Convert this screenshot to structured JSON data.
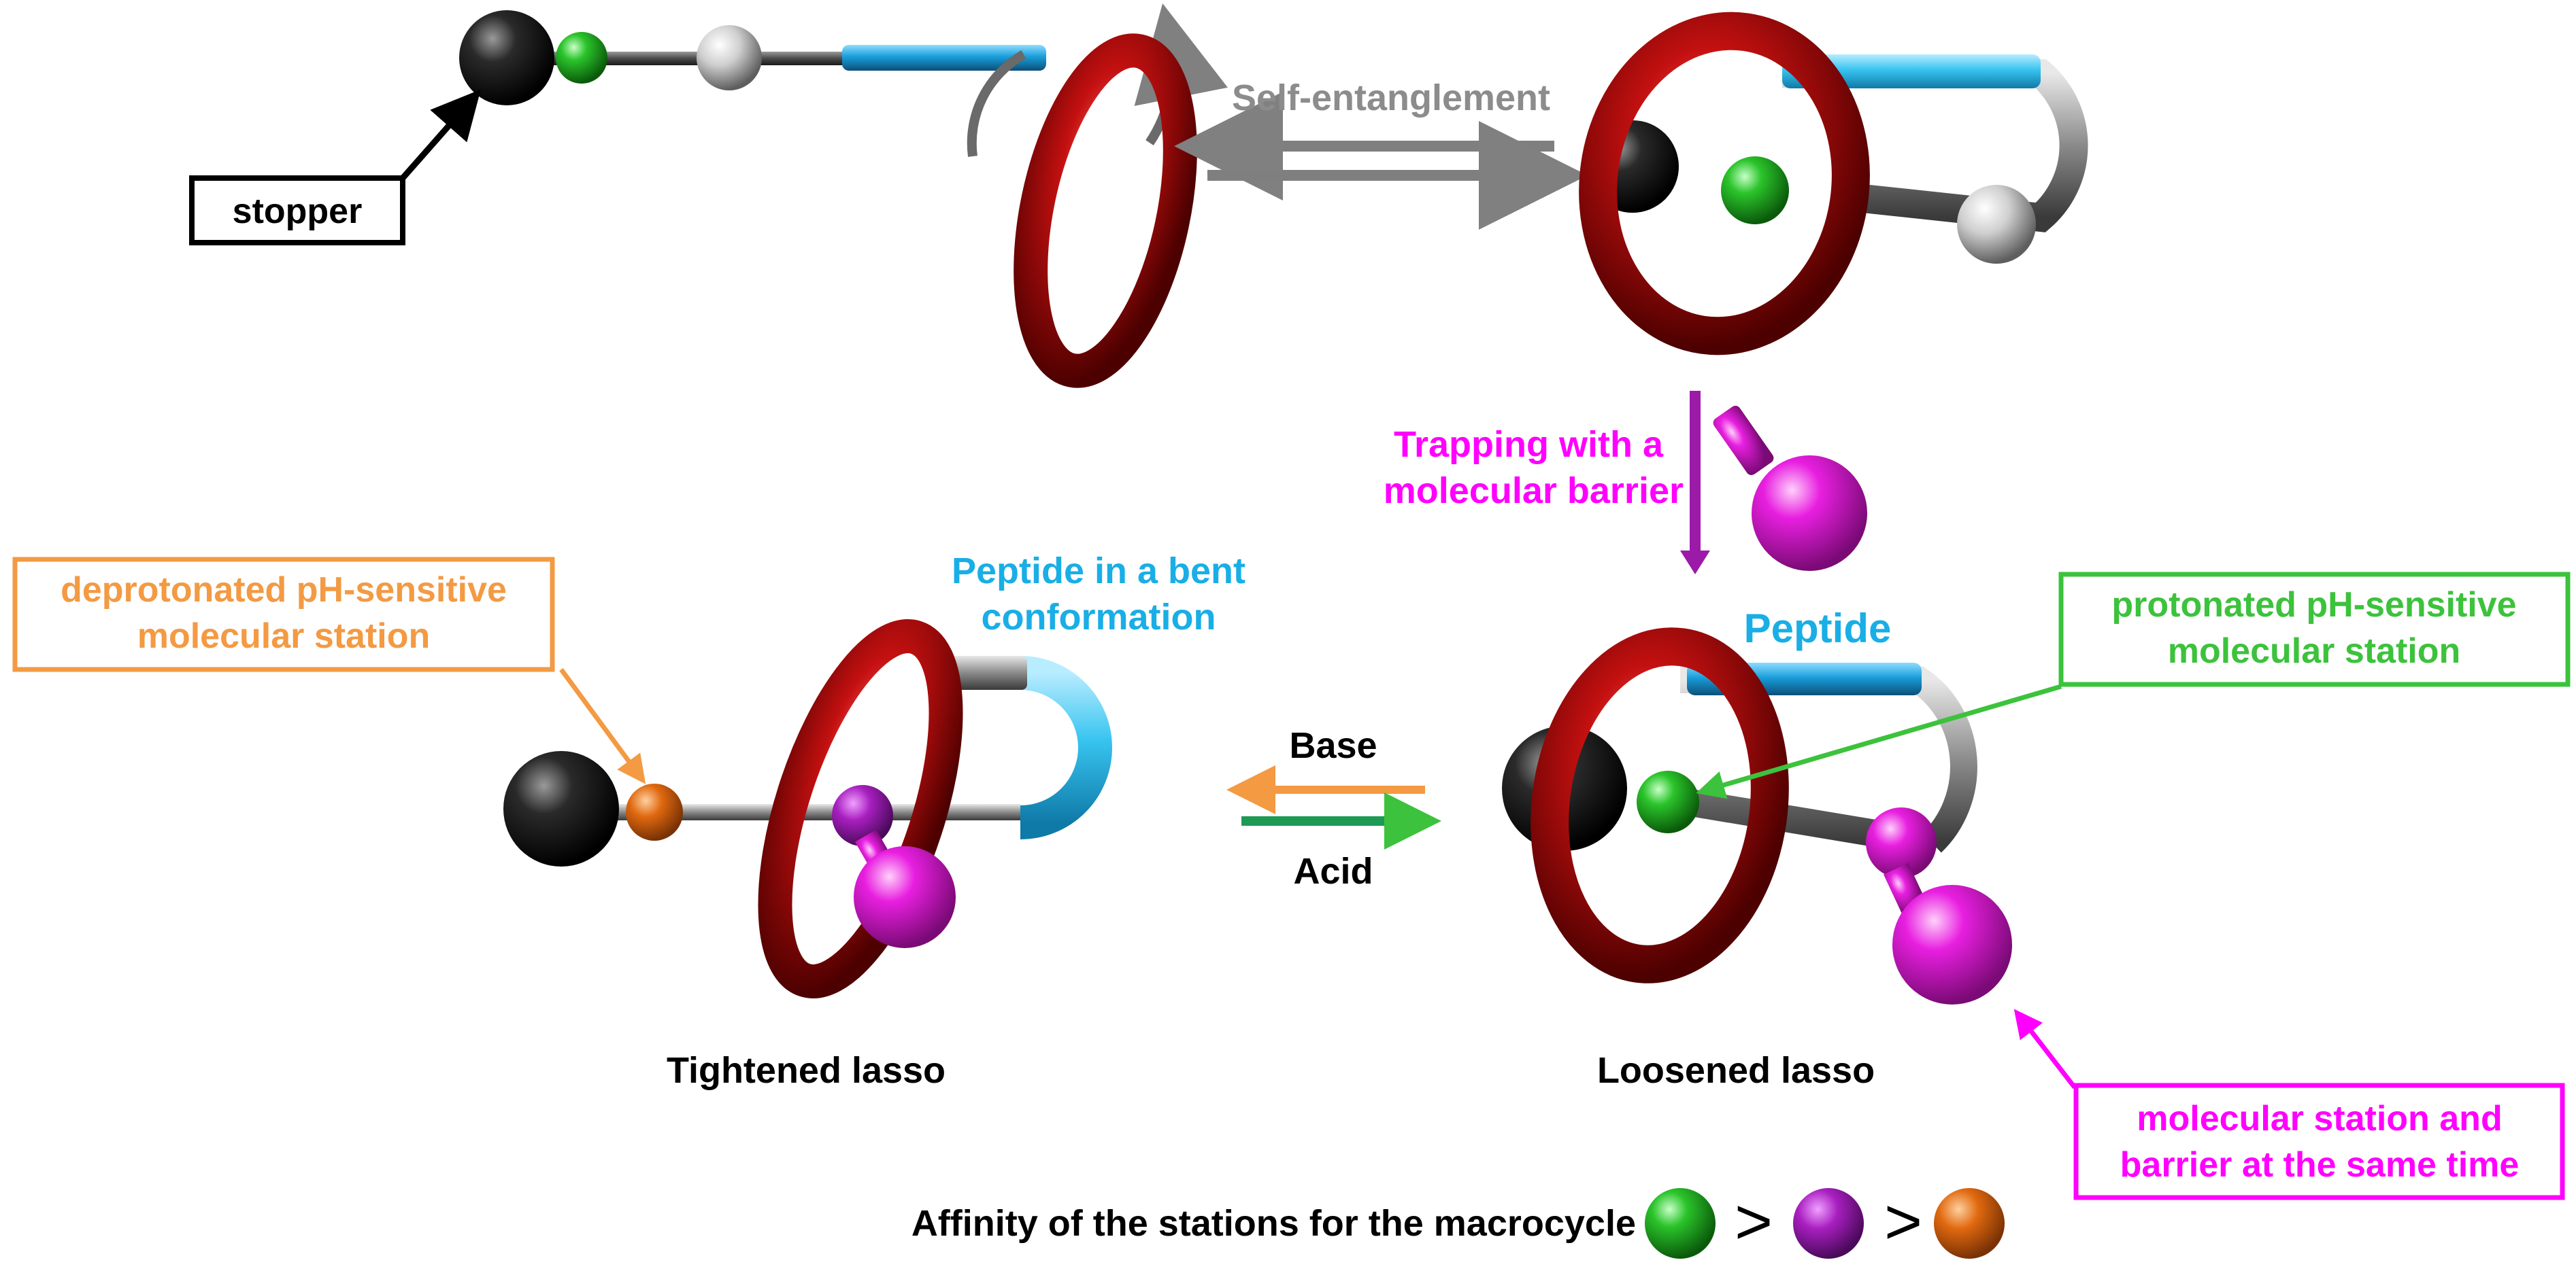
{
  "colors": {
    "black_stopper": "#111111",
    "green_station": "#1fa81f",
    "white_station": "#d9d9d9",
    "peptide_blue": "#1a9fdc",
    "ring_red": "#b50d0d",
    "magenta": "#e01ad6",
    "orange_station": "#d9620f",
    "gray_arrow": "#7f7f7f",
    "orange_text": "#f39a43",
    "green_text": "#3cc23c",
    "magenta_text": "#ff00ff",
    "blue_text": "#19aee6"
  },
  "labels": {
    "stopper": "stopper",
    "self_entanglement": "Self-entanglement",
    "trapping_line1": "Trapping with a",
    "trapping_line2": "molecular barrier",
    "deprotonated_line1": "deprotonated pH-sensitive",
    "deprotonated_line2": "molecular station",
    "peptide_bent_line1": "Peptide in a bent",
    "peptide_bent_line2": "conformation",
    "peptide": "Peptide",
    "protonated_line1": "protonated pH-sensitive",
    "protonated_line2": "molecular station",
    "base": "Base",
    "acid": "Acid",
    "tightened": "Tightened lasso",
    "loosened": "Loosened lasso",
    "station_barrier_line1": "molecular station and",
    "station_barrier_line2": "barrier at the same time",
    "affinity": "Affinity of the stations for the macrocycle",
    "gt1": ">",
    "gt2": ">"
  },
  "icons": [
    "stopper-ball",
    "green-station-ball",
    "white-station-ball",
    "magenta-barrier-ball",
    "orange-station-ball",
    "red-macrocycle-ring"
  ]
}
